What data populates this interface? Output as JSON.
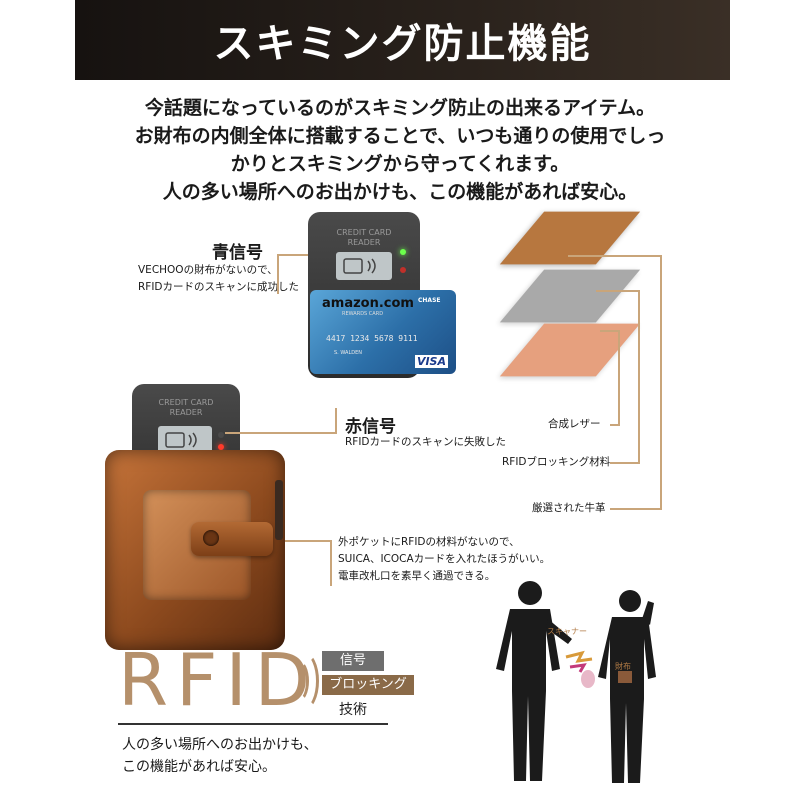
{
  "banner": {
    "title": "スキミング防止機能"
  },
  "intro": {
    "lines": [
      "今話題になっているのがスキミング防止の出来るアイテム。",
      "お財布の内側全体に搭載することで、いつも通りの使用でしっ",
      "かりとスキミングから守ってくれます。",
      "人の多い場所へのお出かけも、この機能があれば安心。"
    ]
  },
  "blue_signal": {
    "heading": "青信号",
    "desc_line1": "VECHOOの財布がないので、",
    "desc_line2": "RFIDカードのスキャンに成功した"
  },
  "red_signal": {
    "heading": "赤信号",
    "desc": "RFIDカードのスキャンに失敗した"
  },
  "reader": {
    "line1": "CREDIT CARD",
    "line2": "READER"
  },
  "card": {
    "brand": "amazon.com",
    "sub": "REWARDS CARD",
    "bank": "CHASE",
    "number": "4417 1234 5678 9111",
    "name": "S. WALDEN",
    "network": "VISA"
  },
  "layers": {
    "synthetic_leather": "合成レザー",
    "rfid_material": "RFIDブロッキング材料",
    "cowhide": "厳選された牛革",
    "colors": {
      "top": "#b7773f",
      "middle": "#a9a9a9",
      "bottom": "#e6a07e"
    }
  },
  "outer_pocket": {
    "line1": "外ポケットにRFIDの材料がないので、",
    "line2": "SUICA、ICOCAカードを入れたほうがいい。",
    "line3": "電車改札口を素早く通過できる。"
  },
  "scene": {
    "scanner_label": "スキャナー",
    "wallet_label": "財布"
  },
  "rfid_logo": {
    "text": "RFID",
    "tag1": "信号",
    "tag2": "ブロッキング",
    "tag3": "技術",
    "color": "#b5906b"
  },
  "bottom": {
    "line1": "人の多い場所へのお出かけも、",
    "line2": "この機能があれば安心。"
  }
}
